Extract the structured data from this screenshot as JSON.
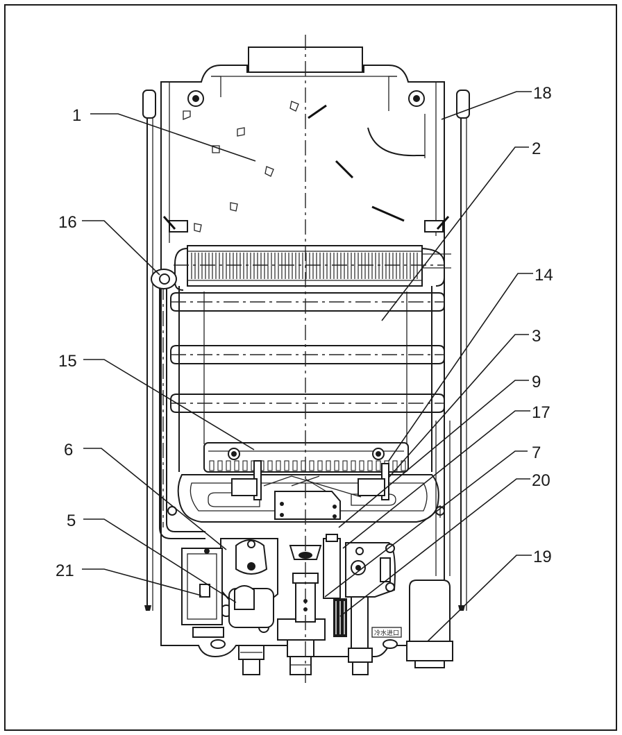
{
  "callouts": [
    {
      "id": "1",
      "label": "1"
    },
    {
      "id": "2",
      "label": "2"
    },
    {
      "id": "3",
      "label": "3"
    },
    {
      "id": "5",
      "label": "5"
    },
    {
      "id": "6",
      "label": "6"
    },
    {
      "id": "7",
      "label": "7"
    },
    {
      "id": "9",
      "label": "9"
    },
    {
      "id": "14",
      "label": "14"
    },
    {
      "id": "15",
      "label": "15"
    },
    {
      "id": "16",
      "label": "16"
    },
    {
      "id": "17",
      "label": "17"
    },
    {
      "id": "18",
      "label": "18"
    },
    {
      "id": "19",
      "label": "19"
    },
    {
      "id": "20",
      "label": "20"
    },
    {
      "id": "21",
      "label": "21"
    }
  ],
  "stamp_text": "冷水进口",
  "colors": {
    "line": "#1a1a1a",
    "background": "#ffffff"
  }
}
